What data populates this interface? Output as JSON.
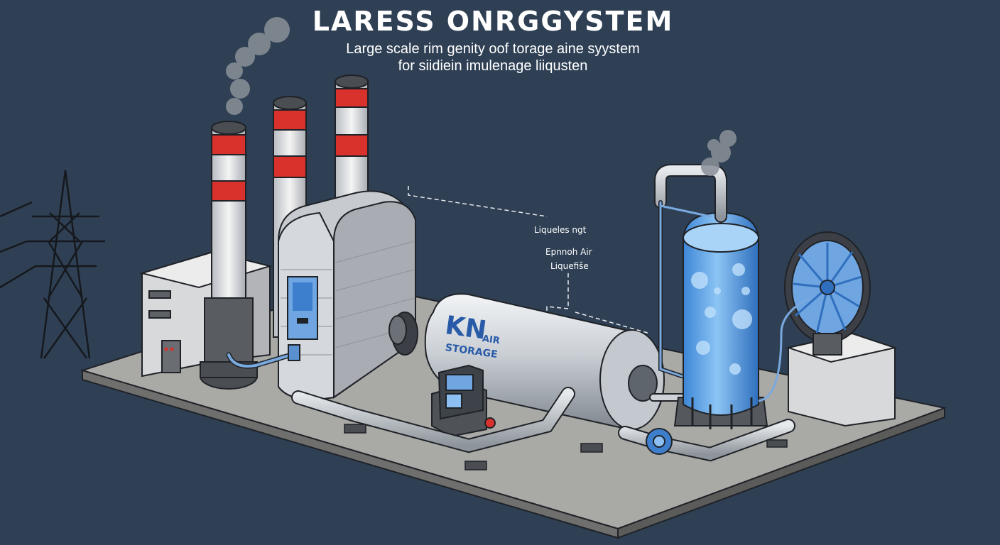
{
  "header": {
    "title": "LARESS ONRGGYSTEM",
    "subtitle_line1": "Large scale rim genity oof torage aine syystem",
    "subtitle_line2": "for siidiein imulenage liiqusten"
  },
  "callouts": {
    "liquefaction_label": "Liqueles ngt",
    "expansion_label_line1": "Epnnoh Air",
    "expansion_label_line2": "Liquefiše"
  },
  "storage_tank": {
    "logo": "KN",
    "label_line1": "AIR",
    "label_line2": "STORAGE"
  },
  "colors": {
    "background": "#2f4055",
    "stack_stripe": "#d9312b",
    "liquid_blue": "#5aa3ea",
    "label_blue": "#2a5ba8"
  }
}
